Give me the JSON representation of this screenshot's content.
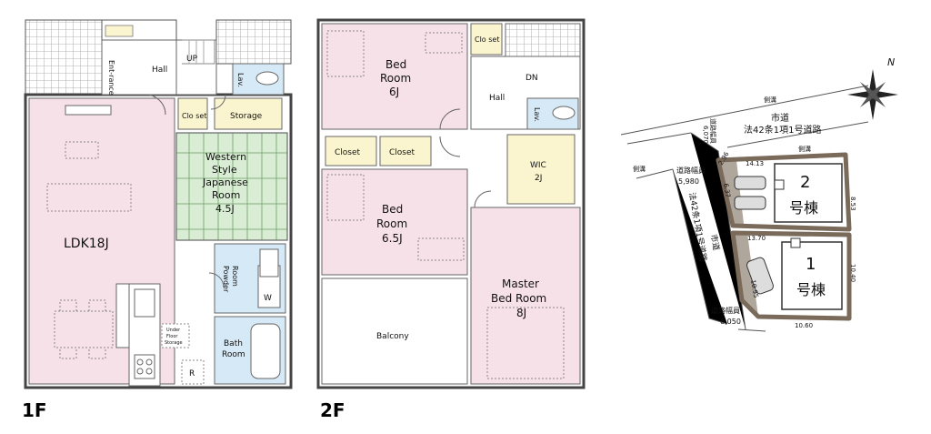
{
  "floors": [
    {
      "label": "1F"
    },
    {
      "label": "2F"
    }
  ],
  "rooms_1f": {
    "ldk": "LDK18J",
    "entrance": "Ent-rance",
    "hall": "Hall",
    "up": "UP",
    "closet_set": "Clo set",
    "storage": "Storage",
    "lav": "Lav.",
    "western_line1": "Western",
    "western_line2": "Style",
    "western_line3": "Japanese",
    "western_line4": "Room",
    "western_size": "4.5J",
    "powder_line1": "Powder",
    "powder_line2": "Room",
    "washer": "W",
    "bath_line1": "Bath",
    "bath_line2": "Room",
    "underfloor_line1": "Under",
    "underfloor_line2": "Floor",
    "underfloor_line3": "Storage",
    "fridge": "R"
  },
  "rooms_2f": {
    "bed1_line1": "Bed",
    "bed1_line2": "Room",
    "bed1_size": "6J",
    "closet_set": "Clo set",
    "dn": "DN",
    "hall": "Hall",
    "lav": "Lav.",
    "closet_a": "Closet",
    "closet_b": "Closet",
    "wic": "WIC",
    "wic_size": "2J",
    "bed2_line1": "Bed",
    "bed2_line2": "Room",
    "bed2_size": "6.5J",
    "master_line1": "Master",
    "master_line2": "Bed Room",
    "master_size": "8J",
    "balcony": "Balcony"
  },
  "site": {
    "north": "N",
    "city_road": "市道",
    "road_class_top": "法42条1項1号道路",
    "road_class_side": "法42条1項1号道路",
    "city_road_side": "市道",
    "gutter": "側溝",
    "road_width_label": "道路幅員",
    "width_6070": "6,070",
    "width_5980": "5,980",
    "width_6050": "6,050",
    "lot2_no": "2",
    "lot2_name": "号棟",
    "lot1_no": "1",
    "lot1_name": "号棟",
    "dim_1413": "14.13",
    "dim_1370": "13.70",
    "dim_853": "8.53",
    "dim_1040": "10.40",
    "dim_1060": "10.60",
    "dim_1095": "10.95",
    "dim_637": "6.37",
    "dim_296": "2.96"
  },
  "colors": {
    "ldk": "#f7e1e8",
    "japanese": "#d9ecd4",
    "wet": "#d6e9f6",
    "storage": "#fbf5cf",
    "lot": "#7a6a5a",
    "wall": "#555555"
  }
}
